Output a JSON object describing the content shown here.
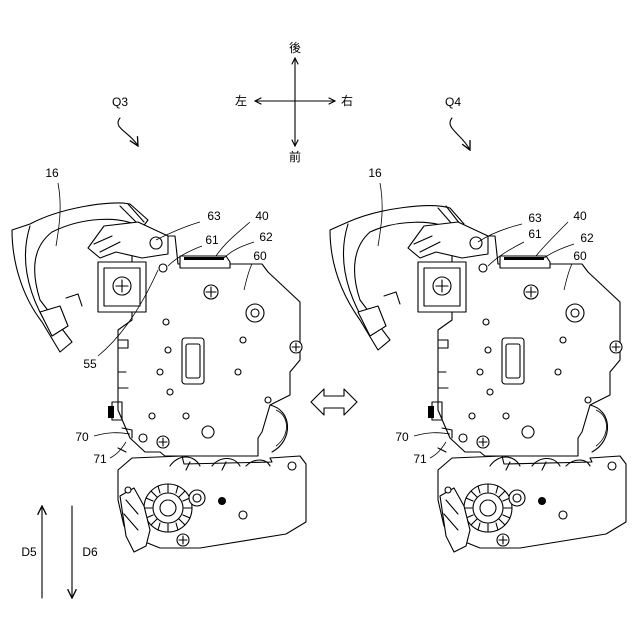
{
  "figure": {
    "directions": {
      "up": "後",
      "down": "前",
      "left": "左",
      "right": "右"
    },
    "panels": [
      {
        "state_label": "Q3",
        "labels": {
          "cover": "16",
          "a63": "63",
          "a61": "61",
          "a40": "40",
          "a62": "62",
          "a60": "60",
          "a55": "55",
          "a70": "70",
          "a71": "71"
        }
      },
      {
        "state_label": "Q4",
        "labels": {
          "cover": "16",
          "a63": "63",
          "a61": "61",
          "a40": "40",
          "a62": "62",
          "a60": "60",
          "a70": "70",
          "a71": "71"
        }
      }
    ],
    "motion": {
      "d5": "D5",
      "d6": "D6"
    }
  }
}
